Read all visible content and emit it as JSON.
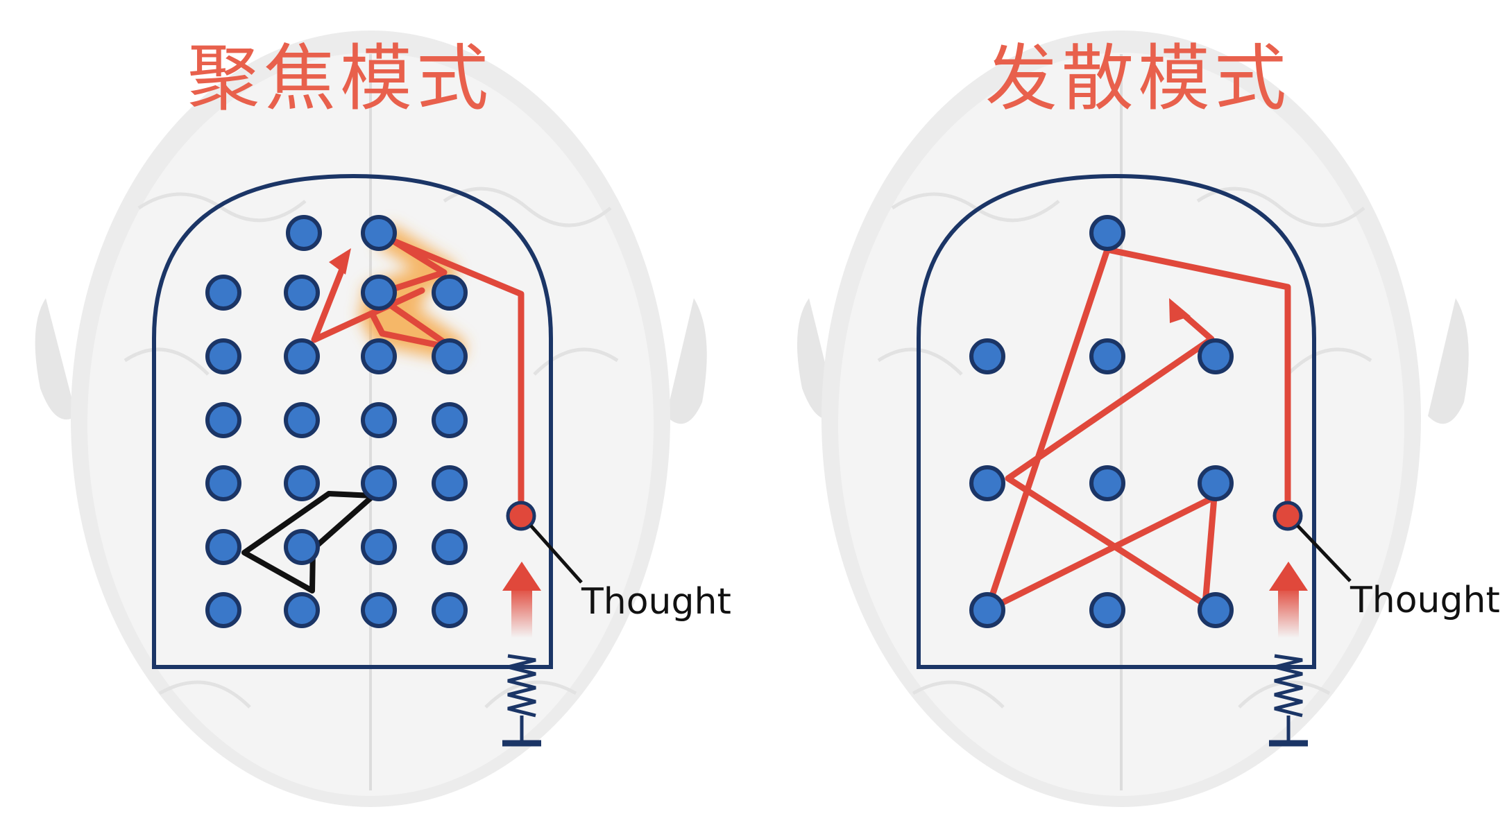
{
  "focused_mode": {
    "title": "聚焦模式",
    "thought_label": "Thought"
  },
  "diffuse_mode": {
    "title": "发散模式",
    "thought_label": "Thought"
  },
  "colors": {
    "title": "#e8604c",
    "path": "#e0483b",
    "node_fill": "#3a78c9",
    "node_stroke": "#1b3566",
    "frame": "#1b3566",
    "brain": "#e9e9e9",
    "glow": "#f5a23a"
  }
}
